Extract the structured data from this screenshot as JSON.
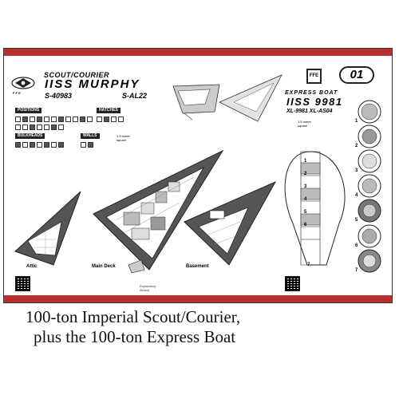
{
  "scout": {
    "type": "SCOUT/COURIER",
    "name": "IISS MURPHY",
    "code1": "S-40983",
    "code2": "S-AL22",
    "logo_text": "F F E"
  },
  "legend": {
    "positions": "POSITIONS",
    "hatches": "HATCHES",
    "bulkheads": "BULKHEADS",
    "walls": "WALLS",
    "scale": "1.5 meter square"
  },
  "header": {
    "badge": "FFE",
    "sheet_number": "01"
  },
  "express_boat": {
    "type": "EXPRESS BOAT",
    "name": "IISS 9981",
    "codes": "XL-9981 XL-AS04",
    "scale": "1.5 meter square",
    "deck_numbers": [
      "1",
      "2",
      "3",
      "4",
      "5",
      "6",
      "7"
    ],
    "side_numbers": [
      "1",
      "2",
      "3",
      "4",
      "5",
      "6",
      "7"
    ]
  },
  "decks": {
    "attic": "Attic",
    "main": "Main Deck",
    "basement": "Basement",
    "explore": "Exploratory Airlock"
  },
  "caption": {
    "line1": "100-ton Imperial Scout/Courier,",
    "line2": "plus the 100-ton Express Boat"
  },
  "colors": {
    "band": "#b8312f",
    "hull": "#555555"
  }
}
